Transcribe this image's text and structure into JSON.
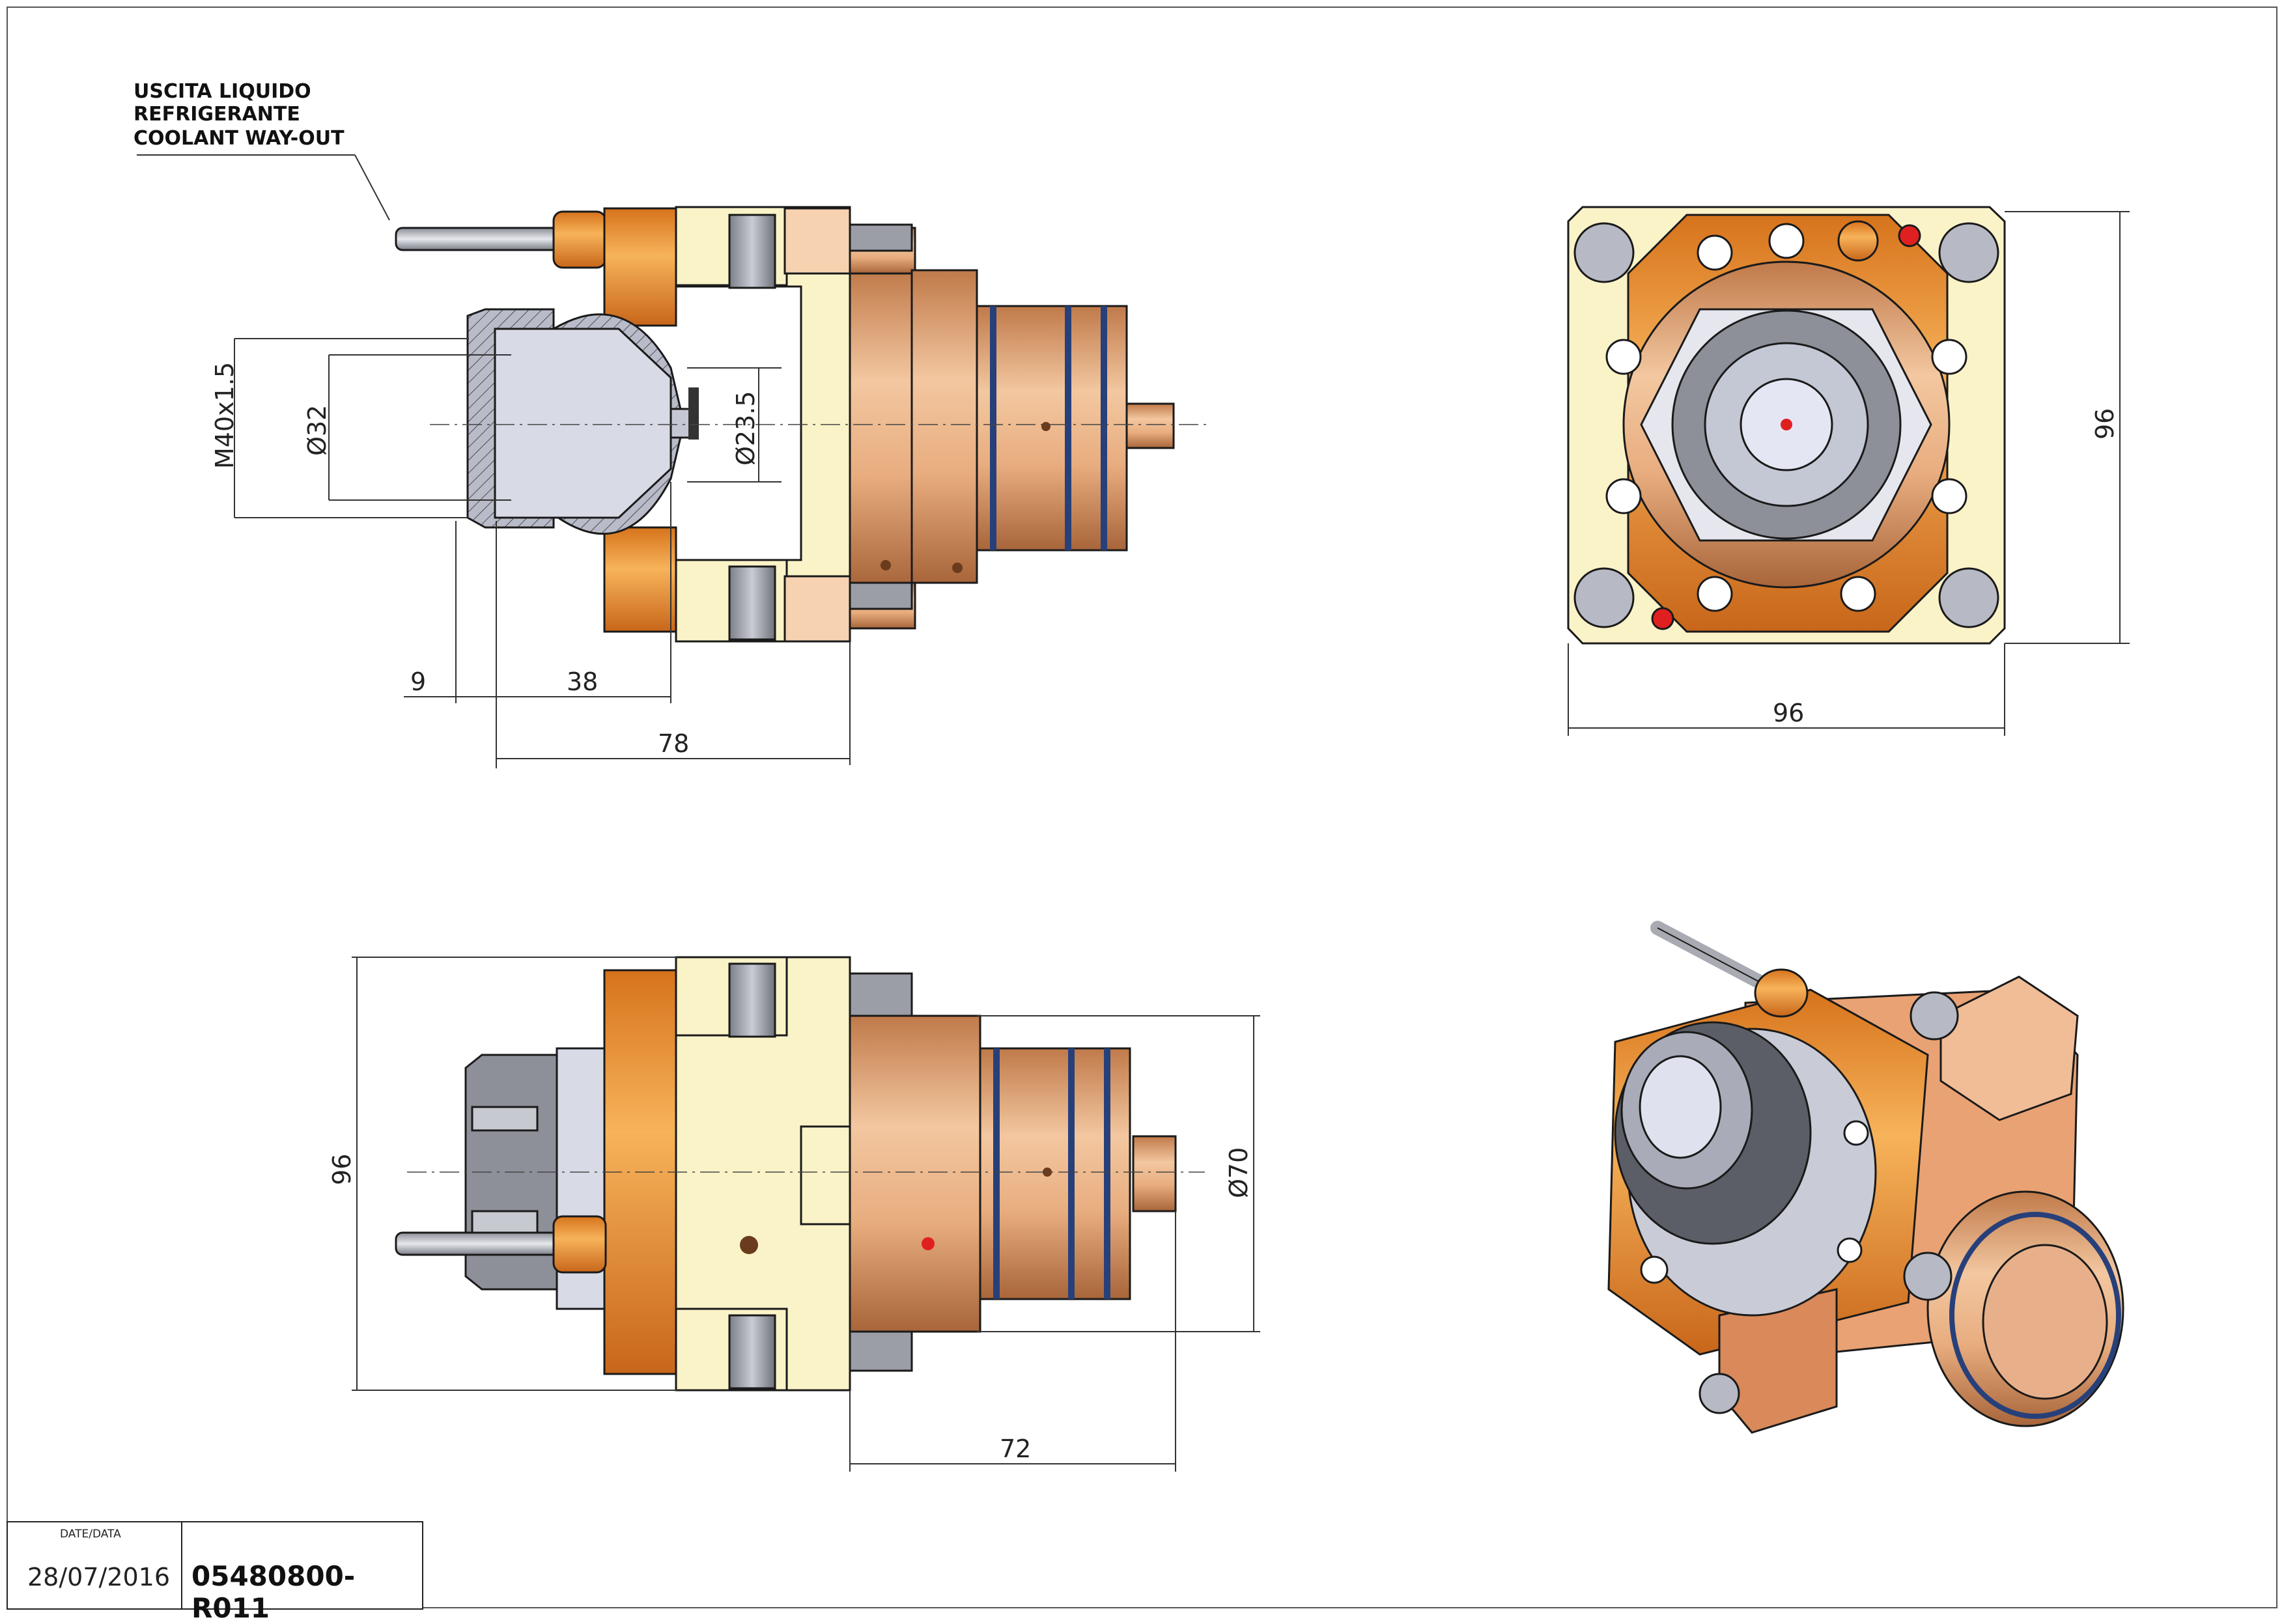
{
  "callout": {
    "line1": "USCITA LIQUIDO",
    "line2": "REFRIGERANTE",
    "line3": "COOLANT WAY-OUT"
  },
  "dimensions": {
    "m40": "M40x1.5",
    "d32": "Ø32",
    "d235": "Ø23.5",
    "l9": "9",
    "l38": "38",
    "l78": "78",
    "front_h": "96",
    "front_w": "96",
    "side_h": "96",
    "d70": "Ø70",
    "l72": "72"
  },
  "title_block": {
    "date_label": "DATE/DATA",
    "date": "28/07/2016",
    "code": "05480800-R011"
  },
  "colors": {
    "body_cream": "#fbf3c8",
    "flange_orange": "#f0a040",
    "bronze": "#d99b6a",
    "steel": "#9a9da6",
    "dark_steel": "#6d7078",
    "outline": "#1a1a1a",
    "coolant_red": "#e02020"
  }
}
